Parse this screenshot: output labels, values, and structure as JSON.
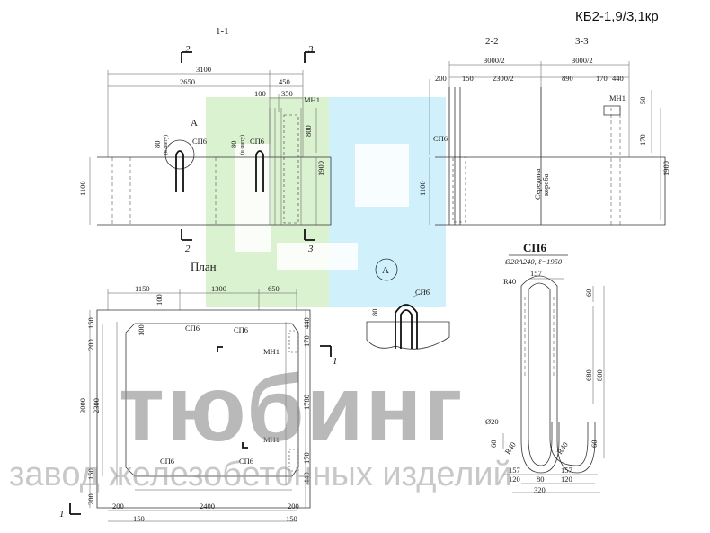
{
  "drawing": {
    "code": "КБ2-1,9/3,1кр"
  },
  "plan_view": {
    "title": "План",
    "section_top": "1-1",
    "marks": {
      "sec2": "2",
      "sec3": "3",
      "detail": "А"
    },
    "dims": {
      "d3100": "3100",
      "d2650": "2650",
      "d450": "450",
      "d100": "100",
      "d350": "350",
      "d800": "800",
      "d1900": "1900",
      "d1100": "1100",
      "d80": "80",
      "svetu": "(в свету)"
    },
    "labels": {
      "sp6": "СП6",
      "mn1": "МН1"
    }
  },
  "section_view": {
    "title_22": "2-2",
    "title_33": "3-3",
    "dims": {
      "d3000_2": "3000/2",
      "d2300_2": "2300/2",
      "d200": "200",
      "d150": "150",
      "d890": "890",
      "d170": "170",
      "d440": "440",
      "d50": "50",
      "d1900": "1900",
      "d1100": "1100"
    },
    "labels": {
      "sp6": "СП6",
      "mn1": "МН1",
      "middle": "Середина",
      "box": "короба"
    }
  },
  "detail_a": {
    "mark": "А",
    "label": "СП6",
    "dim": "80"
  },
  "bottom_plan": {
    "section_mark": "1",
    "dims": {
      "d1150": "1150",
      "d1300": "1300",
      "d650": "650",
      "d100": "100",
      "d150": "150",
      "d200": "200",
      "d3000": "3000",
      "d2300": "2300",
      "d2400": "2400",
      "d440": "440",
      "d170": "170",
      "d1780": "1780"
    },
    "labels": {
      "sp6": "СП6",
      "mn1": "МН1"
    }
  },
  "bar_detail": {
    "title": "СП6",
    "spec": "Ø20А240, ℓ=1950",
    "dims": {
      "d157": "157",
      "r40": "R40",
      "d60": "60",
      "d680": "680",
      "d800": "800",
      "d20": "Ø20",
      "d120": "120",
      "d80": "80",
      "d320": "320"
    }
  },
  "watermark": {
    "brand": "тюбинг",
    "tagline": "завод железобетонных изделий",
    "logo_colors": {
      "green": "#cfeec0",
      "cyan": "#c4eefa",
      "blue": "#a9def2"
    }
  }
}
